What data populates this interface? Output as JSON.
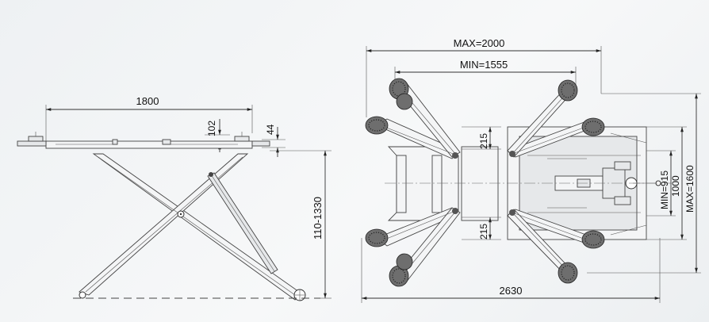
{
  "side_view": {
    "platform_length": "1800",
    "pad_height": "102",
    "platform_height": "44",
    "lift_height": "110-1330"
  },
  "top_view": {
    "max_width": "MAX=2000",
    "min_width": "MIN=1555",
    "arm_gap_top": "215",
    "arm_gap_bottom": "215",
    "total_length": "2630",
    "min_track": "MIN=915",
    "inner_track": "1000",
    "max_track": "MAX=1600"
  }
}
